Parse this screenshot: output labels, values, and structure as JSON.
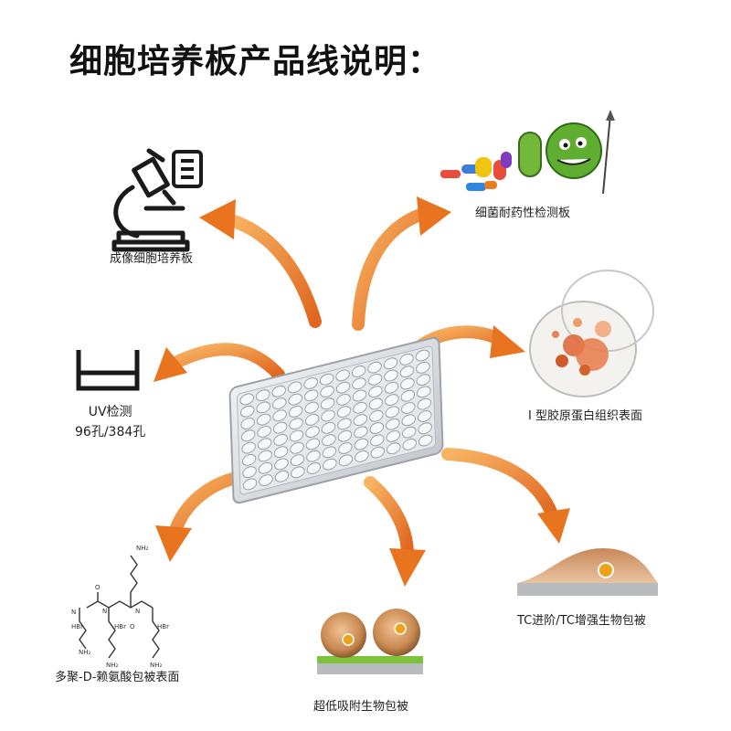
{
  "title": "细胞培养板产品线说明：",
  "colors": {
    "arrow_light": "#f6a24a",
    "arrow_dark": "#e0661f",
    "plate": "#c9ccd1",
    "cell": "#c98a52",
    "cell_nucleus": "#f0a11a",
    "green_coat": "#7cc23b",
    "base_gray": "#b9bcbf"
  },
  "labels": {
    "imaging": "成像细胞培养板",
    "bacteria": "细菌耐药性检测板",
    "uv_line1": "UV检测",
    "uv_line2": "96孔/384孔",
    "collagen": "I 型胶原蛋白组织表面",
    "pdl": "多聚-D-赖氨酸包被表面",
    "ultra_low": "超低吸附生物包被",
    "tc": "TC进阶/TC增强生物包被"
  },
  "chem_labels": {
    "nh2": "NH₂",
    "hbr": "HBr",
    "nh": "N",
    "h": "H",
    "o": "O"
  },
  "icons": [
    "microscope-icon",
    "clipboard-icon",
    "beaker-icon",
    "petri-dish-icon",
    "well-plate",
    "bacteria-cartoon",
    "cell-spheroid-icon",
    "adherent-cell-icon",
    "polylysine-structure"
  ]
}
